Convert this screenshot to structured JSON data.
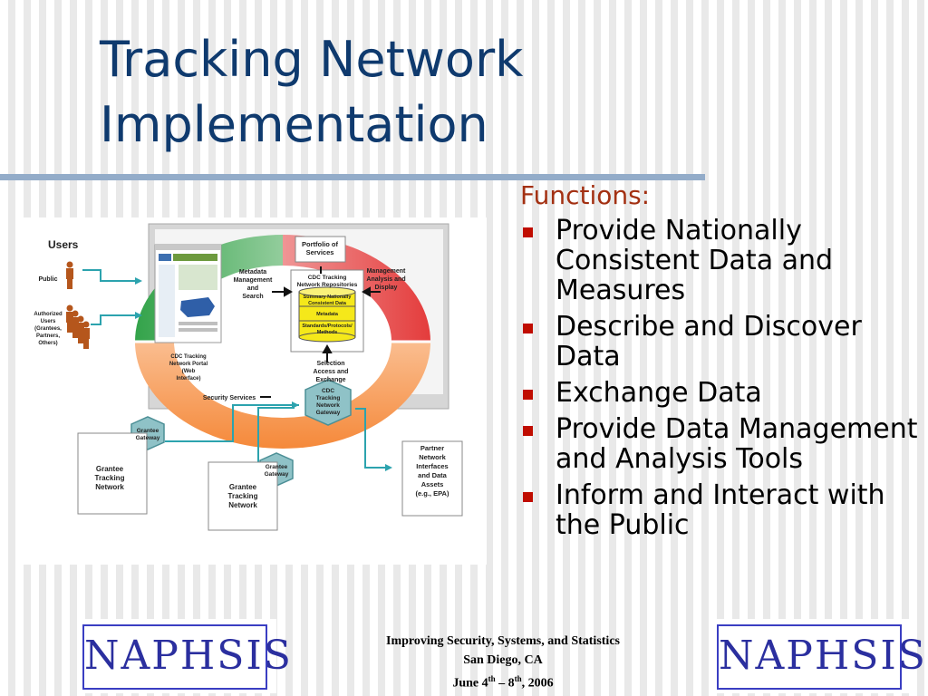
{
  "slide": {
    "title_line1": "Tracking Network",
    "title_line2": "Implementation",
    "functions_header": "Functions:",
    "bullets": [
      "Provide Nationally Consistent Data and Measures",
      "Describe and Discover Data",
      "Exchange Data",
      "Provide Data Management and Analysis Tools",
      "Inform and Interact with the Public"
    ]
  },
  "diagram": {
    "users_label": "Users",
    "public_label": "Public",
    "authorized_label": [
      "Authorized",
      "Users",
      "(Grantees,",
      "Partners,",
      "Others)"
    ],
    "portfolio_label": [
      "Portfolio of",
      "Services"
    ],
    "metadata_label": [
      "Metadata",
      "Management",
      "and",
      "Search"
    ],
    "management_label": [
      "Management",
      "Analysis and",
      "Display"
    ],
    "repos_label": [
      "CDC Tracking",
      "Network Repositories"
    ],
    "summary_label": [
      "Summary Nationally",
      "Consistent Data"
    ],
    "metadata_db_label": "Metadata",
    "standards_label": [
      "Standards/Protocols/",
      "Methods"
    ],
    "selection_label": [
      "Selection",
      "Access and",
      "Exchange"
    ],
    "portal_label": [
      "CDC Tracking",
      "Network Portal",
      "(Web",
      "Interface)"
    ],
    "security_label": "Security Services",
    "cdc_gateway_label": [
      "CDC",
      "Tracking",
      "Network",
      "Gateway"
    ],
    "grantee_gateway_label": [
      "Grantee",
      "Gateway"
    ],
    "grantee_network_label": [
      "Grantee",
      "Tracking",
      "Network"
    ],
    "partner_label": [
      "Partner",
      "Network",
      "Interfaces",
      "and  Data",
      "Assets",
      "(e.g., EPA)"
    ]
  },
  "footer": {
    "logo_text": "NAPHSIS",
    "caption_line1": "Improving Security, Systems, and Statistics",
    "caption_line2": "San Diego, CA",
    "caption_date_a": "June 4",
    "caption_date_sup_a": "th",
    "caption_date_b": " – 8",
    "caption_date_sup_b": "th",
    "caption_date_c": ", 2006"
  },
  "colors": {
    "title": "#0f3a6e",
    "functions_header": "#a33012",
    "bullet_marker": "#c00d00",
    "rule": "#93acc9",
    "logo": "#2b2f9f",
    "gateway": "#8fc2c7",
    "arrow_teal": "#2ca3ae",
    "person": "#b5561c"
  }
}
